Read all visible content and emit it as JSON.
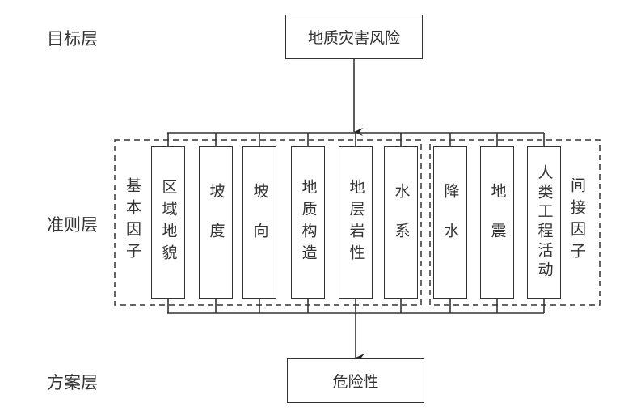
{
  "layers": {
    "goal": "目标层",
    "criteria": "准则层",
    "scheme": "方案层"
  },
  "goal_node": "地质灾害风险",
  "scheme_node": "危险性",
  "groups": {
    "basic": {
      "label": "基本因子",
      "factors": [
        "区域地貌",
        "坡度",
        "坡向",
        "地质构造",
        "地层岩性",
        "水系"
      ]
    },
    "indirect": {
      "label": "间接因子",
      "factors": [
        "降水",
        "地震",
        "人类工程活动"
      ]
    }
  }
}
